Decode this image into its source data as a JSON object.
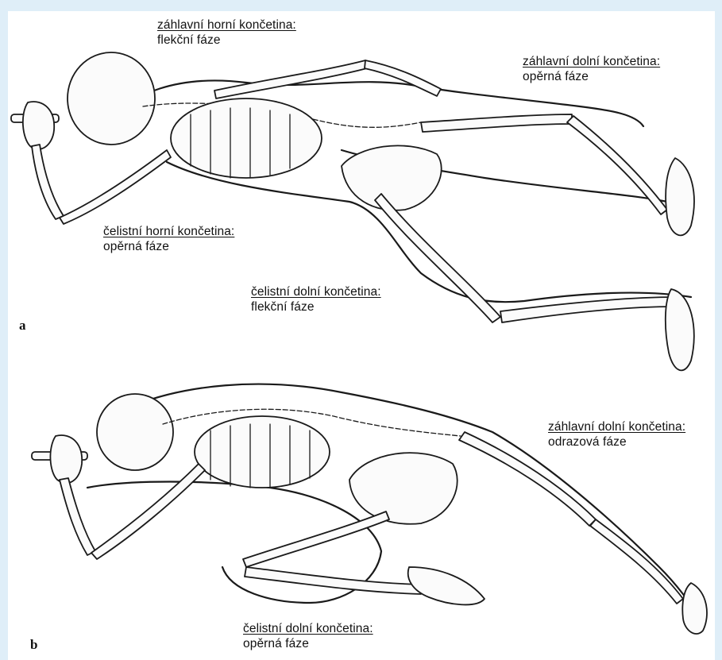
{
  "panels": [
    {
      "letter": "a",
      "labels": [
        {
          "heading": "záhlavní horní končetina:",
          "sub": "flekční fáze"
        },
        {
          "heading": "záhlavní dolní končetina:",
          "sub": "opěrná fáze"
        },
        {
          "heading": "čelistní horní končetina:",
          "sub": "opěrná fáze"
        },
        {
          "heading": "čelistní dolní končetina:",
          "sub": "flekční fáze"
        }
      ]
    },
    {
      "letter": "b",
      "labels": [
        {
          "heading": "záhlavní dolní končetina:",
          "sub": "odrazová fáze"
        },
        {
          "heading": "čelistní dolní končetina:",
          "sub": "opěrná fáze"
        }
      ]
    }
  ]
}
